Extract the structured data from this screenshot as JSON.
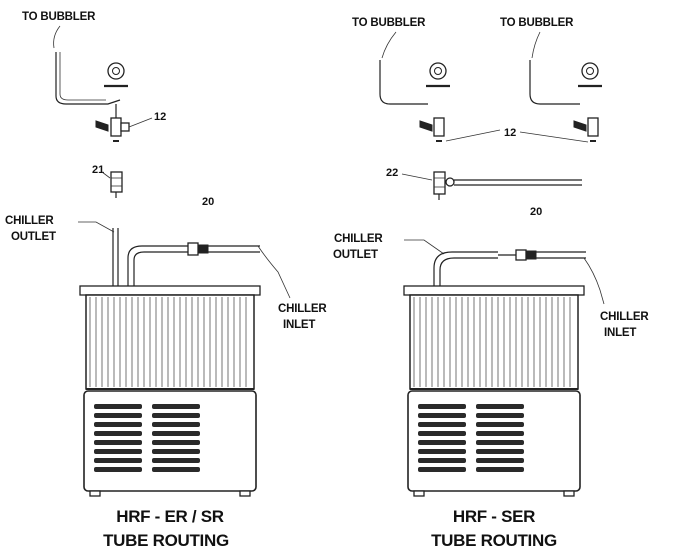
{
  "left_diagram": {
    "bubbler_label": "TO BUBBLER",
    "callout_12": "12",
    "callout_21": "21",
    "callout_20": "20",
    "outlet_label_1": "CHILLER",
    "outlet_label_2": "OUTLET",
    "inlet_label_1": "CHILLER",
    "inlet_label_2": "INLET",
    "caption_1": "HRF - ER / SR",
    "caption_2": "TUBE ROUTING"
  },
  "right_diagram": {
    "bubbler_label_a": "TO BUBBLER",
    "bubbler_label_b": "TO BUBBLER",
    "callout_12": "12",
    "callout_22": "22",
    "callout_20": "20",
    "outlet_label_1": "CHILLER",
    "outlet_label_2": "OUTLET",
    "inlet_label_1": "CHILLER",
    "inlet_label_2": "INLET",
    "caption_1": "HRF - SER",
    "caption_2": "TUBE ROUTING"
  }
}
